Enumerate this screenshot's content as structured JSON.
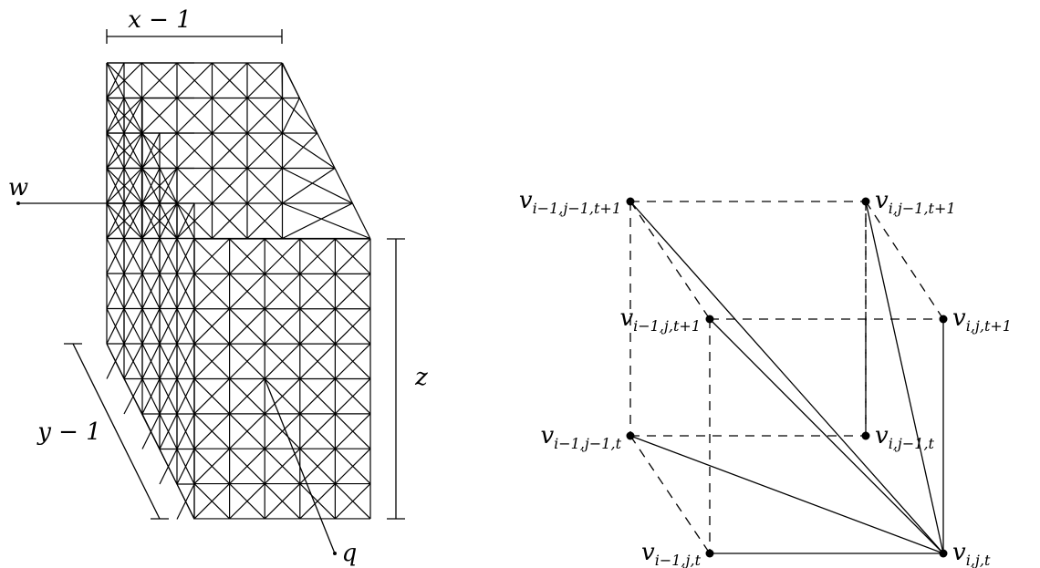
{
  "left_figure": {
    "x_label": "x − 1",
    "y_label": "y − 1",
    "z_label": "z",
    "w_label": "w",
    "q_label": "q"
  },
  "right_figure": {
    "vertices": [
      {
        "id": "a",
        "base": "v",
        "sub": "i−1,j−1,t+1"
      },
      {
        "id": "b",
        "base": "v",
        "sub": "i,j−1,t+1"
      },
      {
        "id": "c",
        "base": "v",
        "sub": "i−1,j,t+1"
      },
      {
        "id": "d",
        "base": "v",
        "sub": "i,j,t+1"
      },
      {
        "id": "e",
        "base": "v",
        "sub": "i−1,j−1,t"
      },
      {
        "id": "f",
        "base": "v",
        "sub": "i,j−1,t"
      },
      {
        "id": "g",
        "base": "v",
        "sub": "i−1,j,t"
      },
      {
        "id": "h",
        "base": "v",
        "sub": "i,j,t"
      }
    ]
  }
}
